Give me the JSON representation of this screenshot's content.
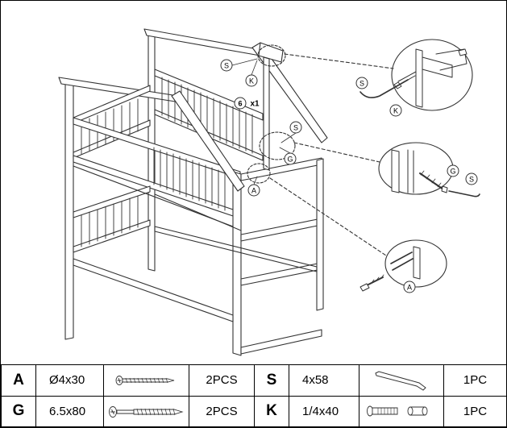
{
  "callouts": {
    "s_top": "S",
    "k_top": "K",
    "step_number": "6",
    "step_multiplier": "x1",
    "s_mid": "S",
    "g_mid": "G",
    "a_mid": "A",
    "s_detail_top": "S",
    "k_detail_top": "K",
    "g_detail_mid": "G",
    "s_detail_mid": "S",
    "a_detail_bot": "A"
  },
  "parts": [
    {
      "left": {
        "letter": "A",
        "size": "Ø4x30",
        "qty": "2PCS",
        "icon": "wood-screw-short-icon"
      },
      "right": {
        "letter": "S",
        "size": "4x58",
        "qty": "1PC",
        "icon": "allen-key-icon"
      }
    },
    {
      "left": {
        "letter": "G",
        "size": "6.5x80",
        "qty": "2PCS",
        "icon": "wood-screw-long-icon"
      },
      "right": {
        "letter": "K",
        "size": "1/4x40",
        "qty": "1PC",
        "icon": "bolt-and-barrel-nut-icon"
      }
    }
  ]
}
